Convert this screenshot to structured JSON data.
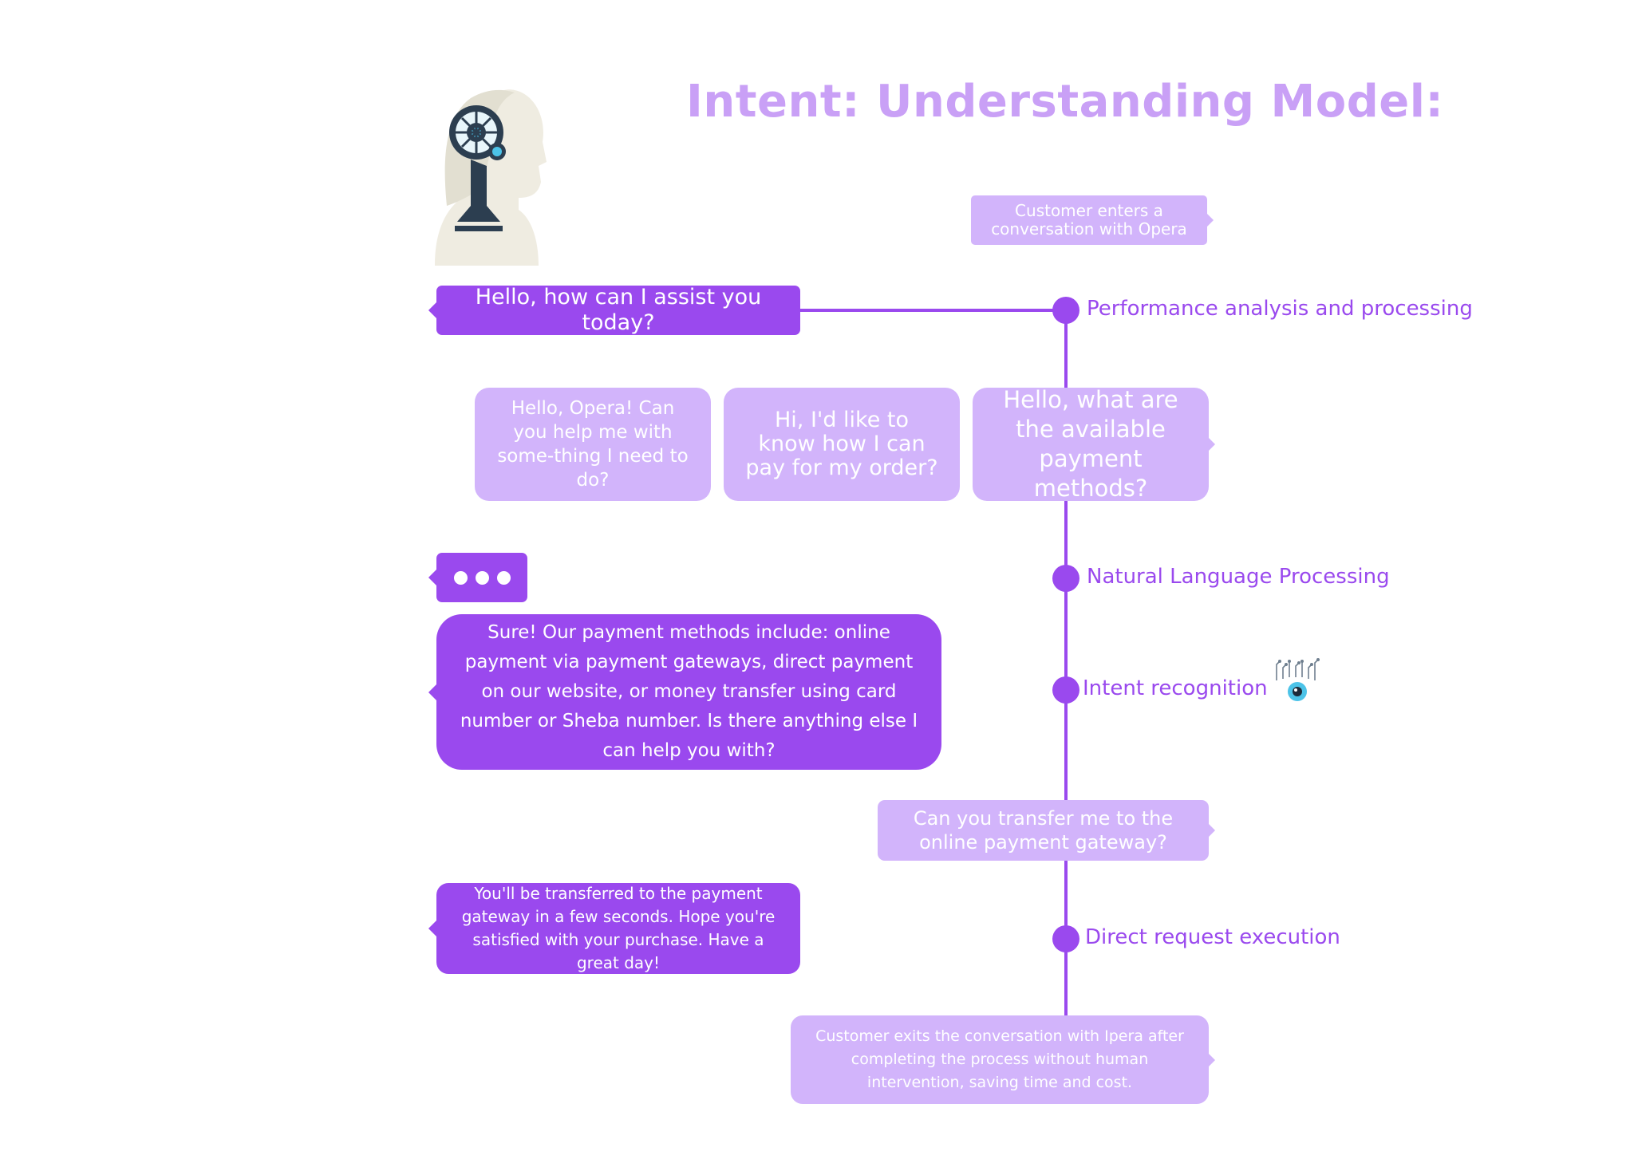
{
  "title": "Intent: Understanding Model:",
  "colors": {
    "bot_bubble": "#9a49ee",
    "user_bubble": "#d2b4fb",
    "timeline": "#9a49ee",
    "title": "#c9a0f6"
  },
  "icons": {
    "avatar": "robot-head-icon",
    "eye": "cyber-eye-icon",
    "typing": "typing-dots-icon"
  },
  "flow": {
    "start": "Customer enters a conversation with Opera",
    "end": "Customer exits the conversation with Ipera after completing the process without human intervention, saving time and cost."
  },
  "stages": [
    {
      "label": "Performance analysis and processing"
    },
    {
      "label": "Natural Language Processing"
    },
    {
      "label": "Intent recognition"
    },
    {
      "label": "Direct request execution"
    }
  ],
  "bot_messages": {
    "greeting": "Hello, how can I assist you today?",
    "payment_answer": "Sure! Our payment methods include: online payment via payment gateways, direct payment on our website, or money transfer using card number or Sheba number. Is there anything else I can help you with?",
    "transfer_answer": "You'll be transferred to the payment gateway in a few seconds. Hope you're satisfied with your purchase. Have a great day!"
  },
  "user_messages": {
    "option_1": "Hello, Opera! Can you help me with some-thing I need to do?",
    "option_2": "Hi, I'd like to know how I can pay for my order?",
    "option_3": "Hello, what are the available payment methods?",
    "transfer_request": "Can you transfer me to the online payment gateway?"
  }
}
